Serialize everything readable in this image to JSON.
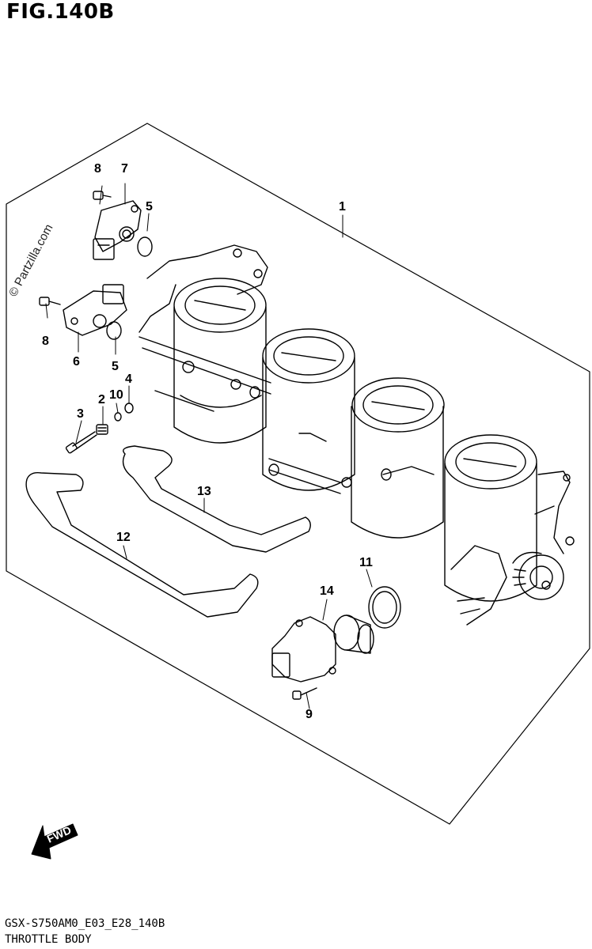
{
  "figure_title": "FIG.140B",
  "watermark": "© Partzilla.com",
  "callouts": {
    "c1": "1",
    "c2": "2",
    "c3": "3",
    "c4": "4",
    "c5a": "5",
    "c5b": "5",
    "c6": "6",
    "c7": "7",
    "c8a": "8",
    "c8b": "8",
    "c9": "9",
    "c10": "10",
    "c11": "11",
    "c12": "12",
    "c13": "13",
    "c14": "14"
  },
  "fwd_label": "FWD",
  "model_code": "GSX-S750AM0_E03_E28_140B",
  "caption": "THROTTLE BODY"
}
